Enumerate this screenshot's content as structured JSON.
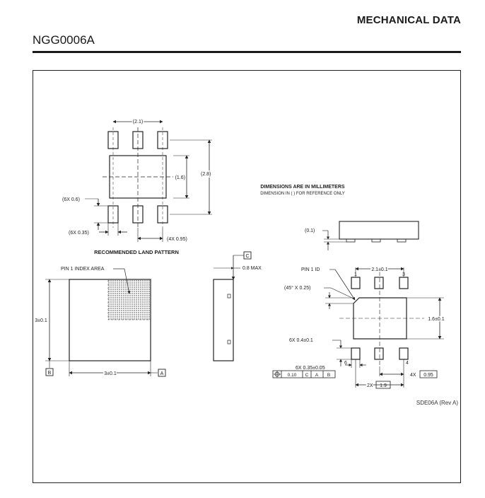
{
  "header": {
    "section_title": "MECHANICAL DATA",
    "package_id": "NGG0006A"
  },
  "land_pattern": {
    "title": "RECOMMENDED LAND PATTERN",
    "dim_width": "(2.1)",
    "dim_center": "(1.6)",
    "dim_height": "(2.8)",
    "dim_pad_len": "(6X 0.6)",
    "dim_pad_width": "(6X 0.35)",
    "dim_pitch": "(4X 0.95)"
  },
  "notes": {
    "line1": "DIMENSIONS ARE IN MILLIMETERS",
    "line2": "DIMENSION IN ( ) FOR REFERENCE ONLY"
  },
  "top_view": {
    "pin1_area": "PIN 1 INDEX AREA",
    "dim_height": "3±0.1",
    "dim_width": "3±0.1",
    "datum_a": "A",
    "datum_b": "B"
  },
  "side_view": {
    "datum_c": "C",
    "max_height": "0.8 MAX",
    "ref_thickness": "(0.1)"
  },
  "bottom_view": {
    "pin1_id": "PIN 1 ID",
    "chamfer": "(45° X 0.25)",
    "pin_1": "1",
    "pin_3": "3",
    "pin_4": "4",
    "pin_6": "6",
    "dim_width": "2.1±0.1",
    "dim_height": "1.6±0.1",
    "dim_pad_len": "6X 0.4±0.1",
    "dim_pad_width": "6X 0.35±0.05",
    "tol_value": "0.10",
    "tol_datums": [
      "C",
      "A",
      "B"
    ],
    "pitch_label": "4X",
    "pitch_value": "0.95",
    "span_label": "2X",
    "span_value": "1.9"
  },
  "footer": {
    "drawing_ref": "SDE06A (Rev A)"
  }
}
